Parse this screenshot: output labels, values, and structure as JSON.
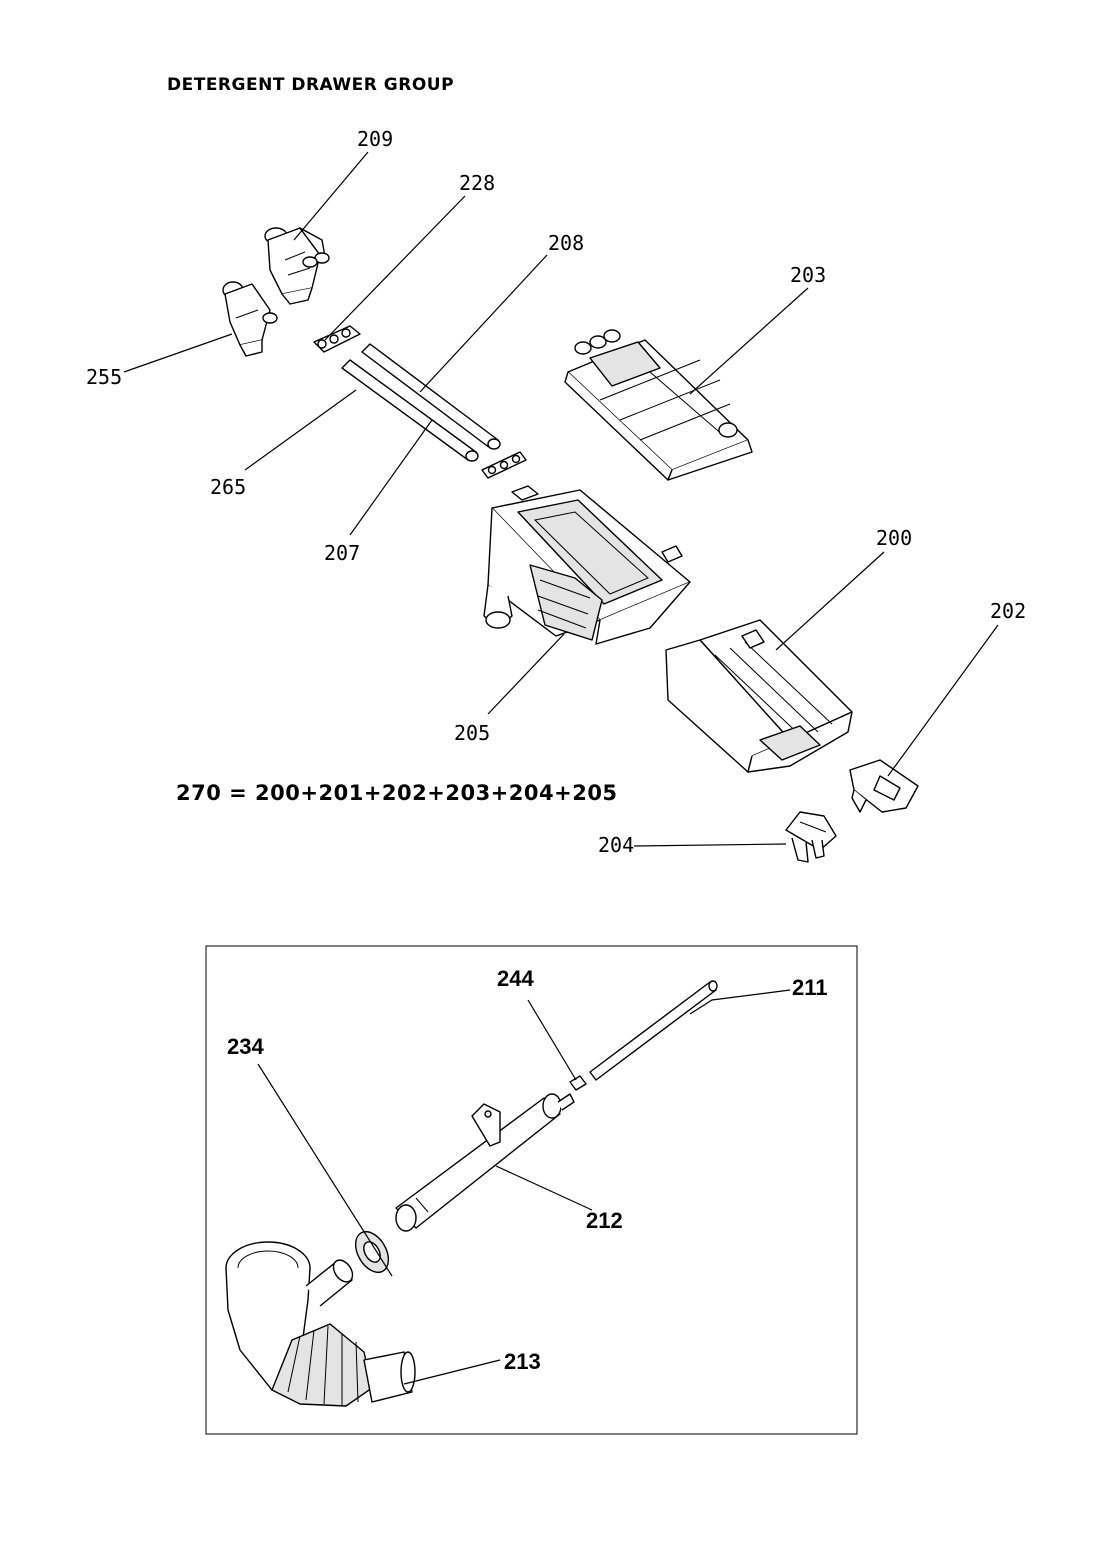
{
  "heading": "DETERGENT DRAWER GROUP",
  "formula": "270 = 200+201+202+203+204+205",
  "upper_labels": [
    "209",
    "228",
    "208",
    "203",
    "255",
    "265",
    "207",
    "205",
    "200",
    "202",
    "204"
  ],
  "lower_labels": [
    "244",
    "211",
    "234",
    "212",
    "213"
  ]
}
